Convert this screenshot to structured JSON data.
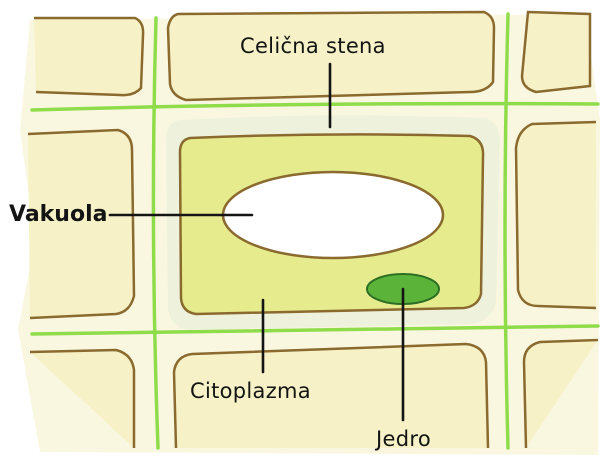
{
  "labels": {
    "cell_wall": "Celična stena",
    "vacuole": "Vakuola",
    "cytoplasm": "Citoplazma",
    "nucleus": "Jedro"
  },
  "colors": {
    "background": "#ffffff",
    "neighbor_cell_fill": "#f6f1c6",
    "wall_gap_fill": "#eef2dc",
    "middle_lamella": "#8fdc4a",
    "cell_outline": "#8a6a2e",
    "cytoplasm_fill": "#e6ec8e",
    "vacuole_fill": "#ffffff",
    "nucleus_fill": "#5cb33a",
    "leader_line": "#141414"
  }
}
